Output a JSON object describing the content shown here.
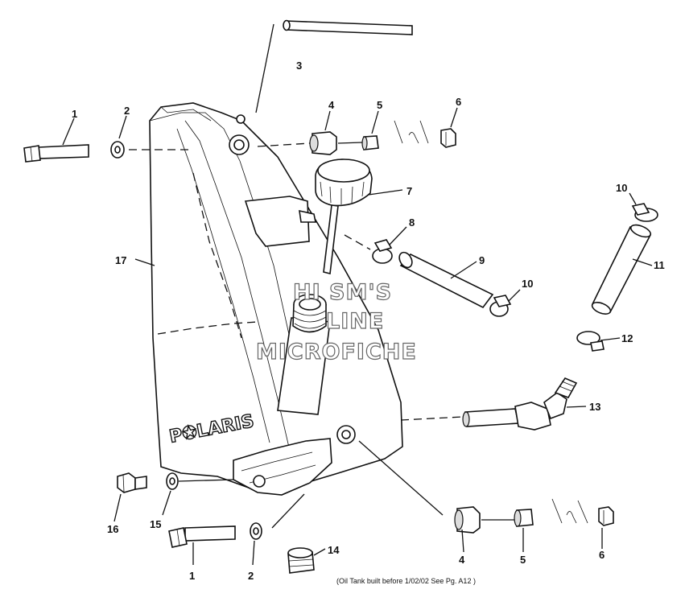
{
  "diagram": {
    "callouts": [
      {
        "id": "c1a",
        "text": "1"
      },
      {
        "id": "c2a",
        "text": "2"
      },
      {
        "id": "c3",
        "text": "3"
      },
      {
        "id": "c4a",
        "text": "4"
      },
      {
        "id": "c5a",
        "text": "5"
      },
      {
        "id": "c6a",
        "text": "6"
      },
      {
        "id": "c7",
        "text": "7"
      },
      {
        "id": "c8",
        "text": "8"
      },
      {
        "id": "c9",
        "text": "9"
      },
      {
        "id": "c10a",
        "text": "10"
      },
      {
        "id": "c10b",
        "text": "10"
      },
      {
        "id": "c11",
        "text": "11"
      },
      {
        "id": "c12",
        "text": "12"
      },
      {
        "id": "c13",
        "text": "13"
      },
      {
        "id": "c14",
        "text": "14"
      },
      {
        "id": "c15",
        "text": "15"
      },
      {
        "id": "c16",
        "text": "16"
      },
      {
        "id": "c17",
        "text": "17"
      },
      {
        "id": "c4b",
        "text": "4"
      },
      {
        "id": "c5b",
        "text": "5"
      },
      {
        "id": "c6b",
        "text": "6"
      },
      {
        "id": "c1b",
        "text": "1"
      },
      {
        "id": "c2b",
        "text": "2"
      }
    ],
    "logo_text": "P✪LARIS",
    "watermark": [
      "HI SM'S",
      "LINE",
      "MICROFICHE"
    ],
    "footnote": "(Oil Tank built before 1/02/02 See Pg. A12 )"
  }
}
